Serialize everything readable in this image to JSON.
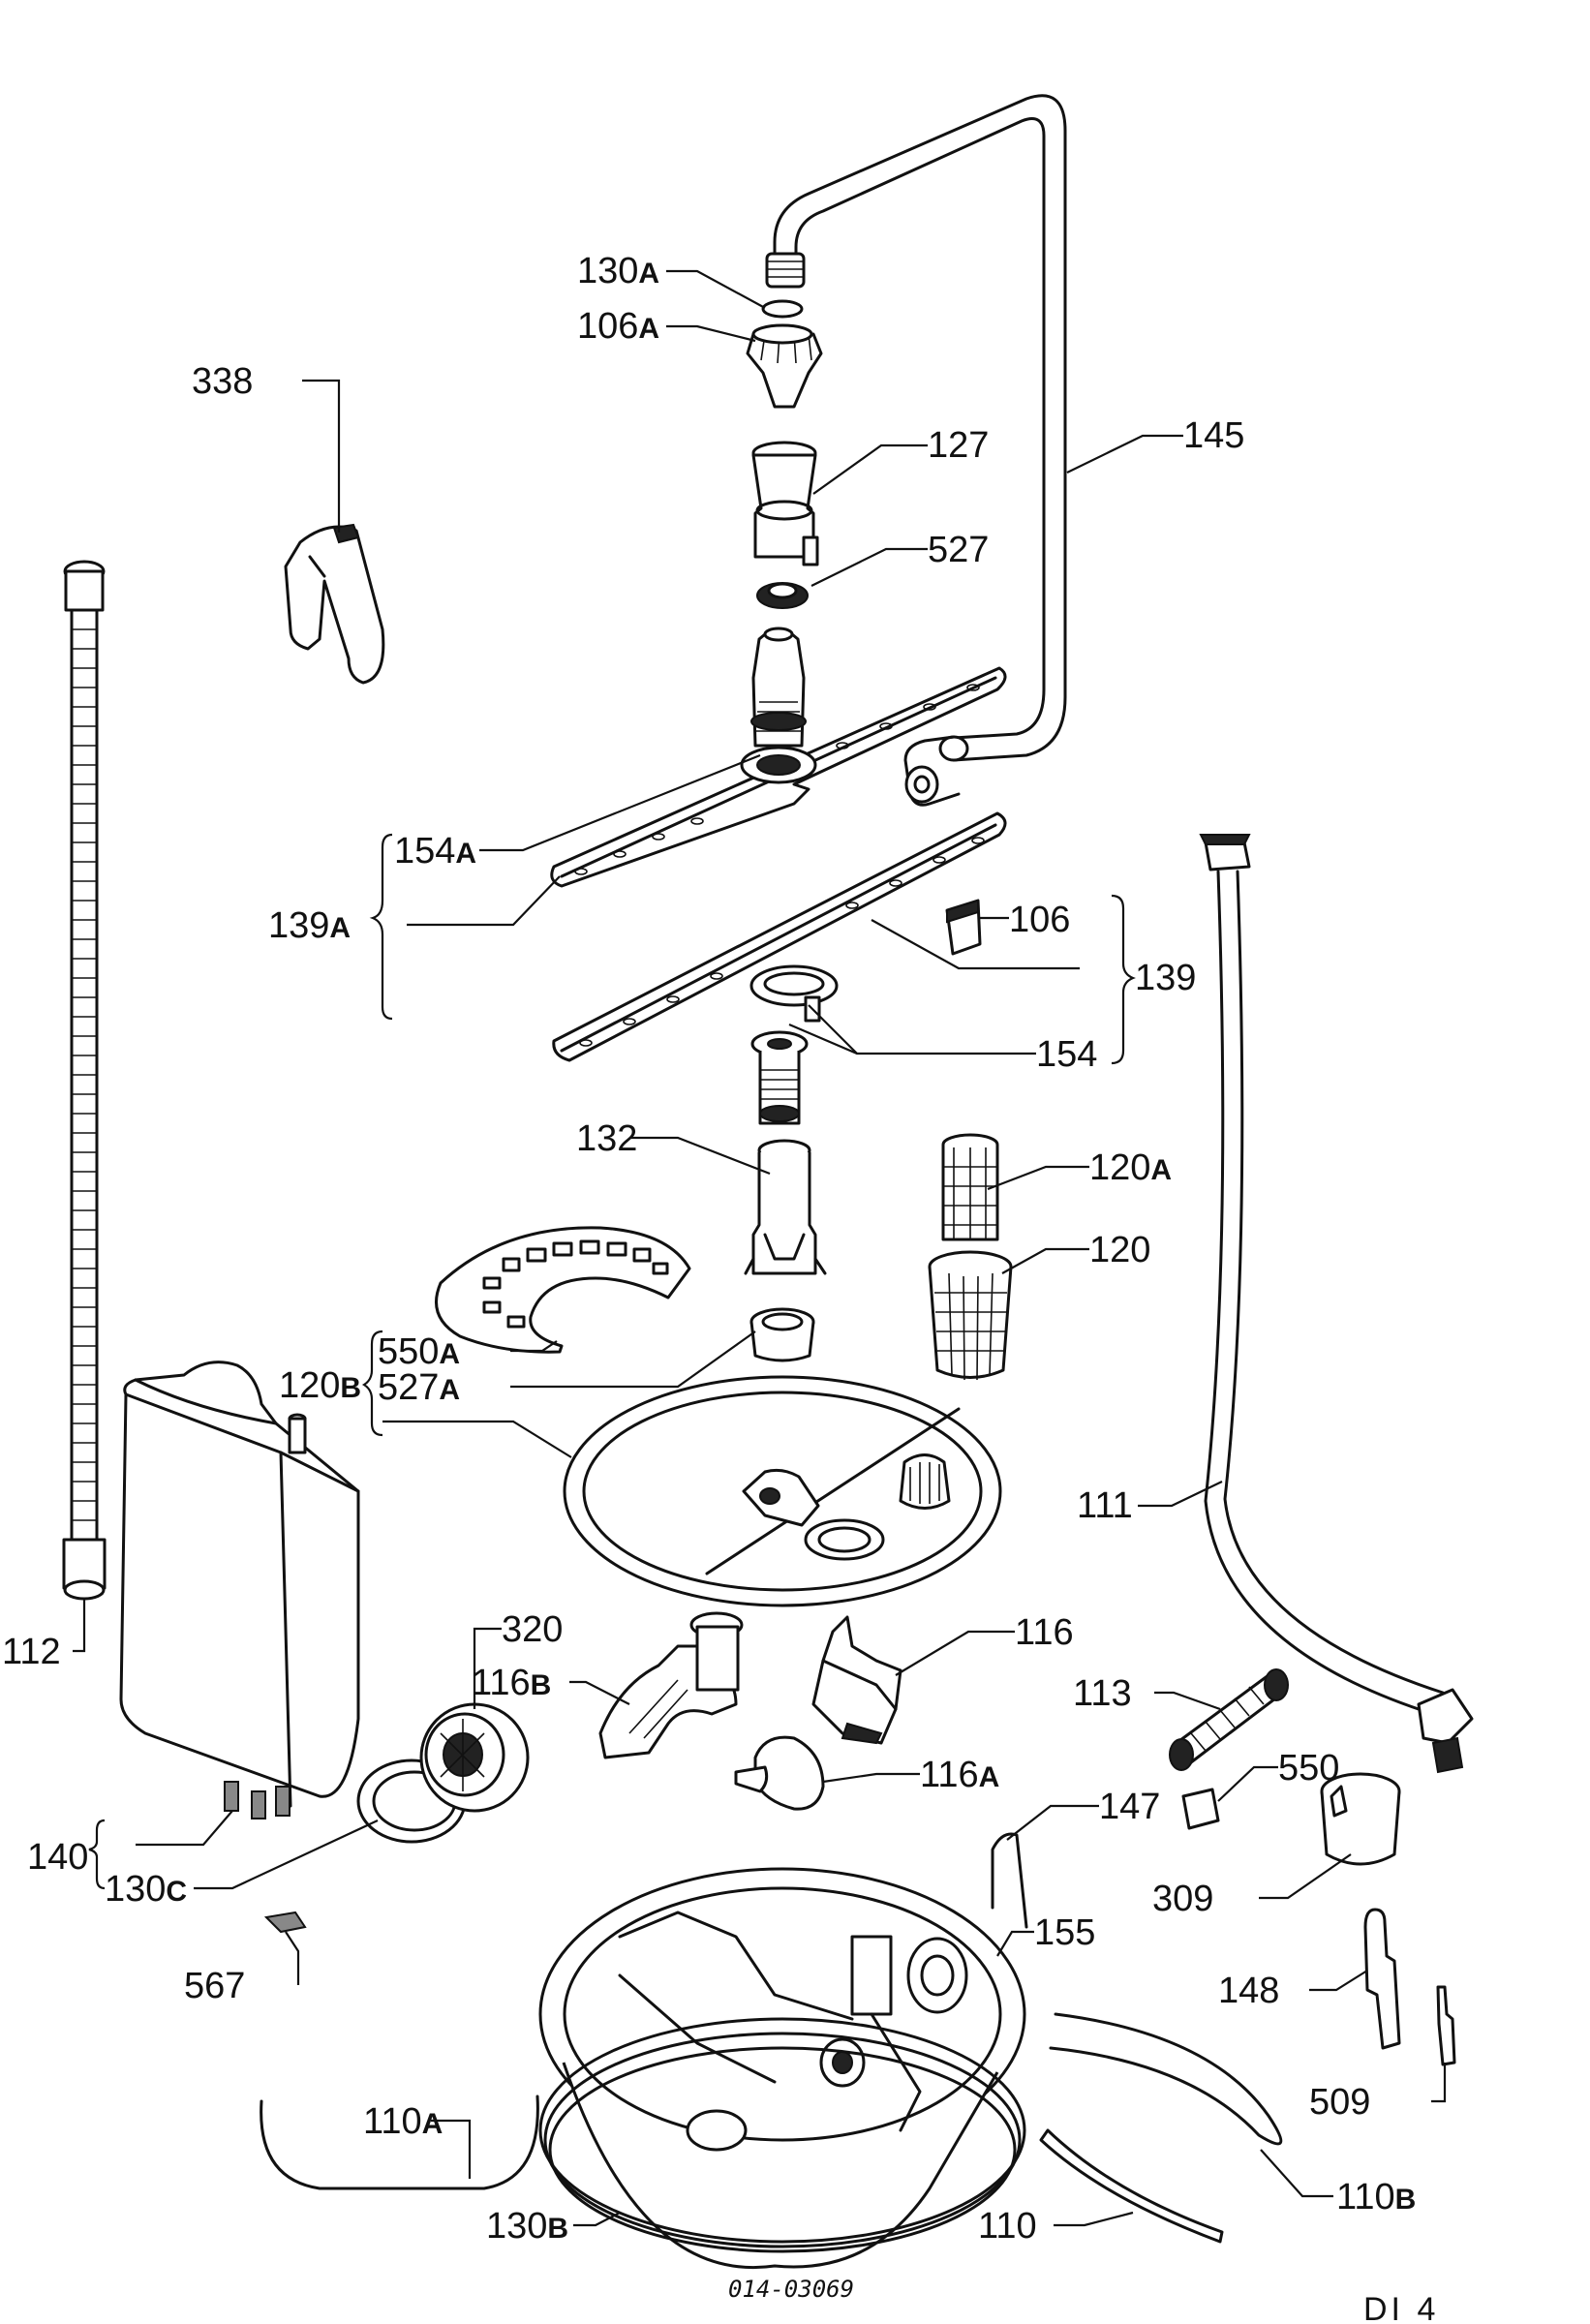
{
  "diagram": {
    "labels": [
      {
        "id": "130A",
        "num": "130",
        "suffix": "A"
      },
      {
        "id": "106A",
        "num": "106",
        "suffix": "A"
      },
      {
        "id": "338",
        "num": "338",
        "suffix": ""
      },
      {
        "id": "127",
        "num": "127",
        "suffix": ""
      },
      {
        "id": "145",
        "num": "145",
        "suffix": ""
      },
      {
        "id": "527",
        "num": "527",
        "suffix": ""
      },
      {
        "id": "154A",
        "num": "154",
        "suffix": "A"
      },
      {
        "id": "139A",
        "num": "139",
        "suffix": "A"
      },
      {
        "id": "106",
        "num": "106",
        "suffix": ""
      },
      {
        "id": "139",
        "num": "139",
        "suffix": ""
      },
      {
        "id": "154",
        "num": "154",
        "suffix": ""
      },
      {
        "id": "132",
        "num": "132",
        "suffix": ""
      },
      {
        "id": "120A",
        "num": "120",
        "suffix": "A"
      },
      {
        "id": "120",
        "num": "120",
        "suffix": ""
      },
      {
        "id": "550A",
        "num": "550",
        "suffix": "A"
      },
      {
        "id": "120B",
        "num": "120",
        "suffix": "B"
      },
      {
        "id": "527A",
        "num": "527",
        "suffix": "A"
      },
      {
        "id": "111",
        "num": "111",
        "suffix": ""
      },
      {
        "id": "112",
        "num": "112",
        "suffix": ""
      },
      {
        "id": "320",
        "num": "320",
        "suffix": ""
      },
      {
        "id": "116B",
        "num": "116",
        "suffix": "B"
      },
      {
        "id": "116",
        "num": "116",
        "suffix": ""
      },
      {
        "id": "113",
        "num": "113",
        "suffix": ""
      },
      {
        "id": "116A",
        "num": "116",
        "suffix": "A"
      },
      {
        "id": "550",
        "num": "550",
        "suffix": ""
      },
      {
        "id": "147",
        "num": "147",
        "suffix": ""
      },
      {
        "id": "140",
        "num": "140",
        "suffix": ""
      },
      {
        "id": "130C",
        "num": "130",
        "suffix": "C"
      },
      {
        "id": "309",
        "num": "309",
        "suffix": ""
      },
      {
        "id": "155",
        "num": "155",
        "suffix": ""
      },
      {
        "id": "567",
        "num": "567",
        "suffix": ""
      },
      {
        "id": "148",
        "num": "148",
        "suffix": ""
      },
      {
        "id": "509",
        "num": "509",
        "suffix": ""
      },
      {
        "id": "110A",
        "num": "110",
        "suffix": "A"
      },
      {
        "id": "110B",
        "num": "110",
        "suffix": "B"
      },
      {
        "id": "130B",
        "num": "130",
        "suffix": "B"
      },
      {
        "id": "110",
        "num": "110",
        "suffix": ""
      }
    ],
    "drawing_code": "014-03069",
    "page_id": "DI 4"
  }
}
